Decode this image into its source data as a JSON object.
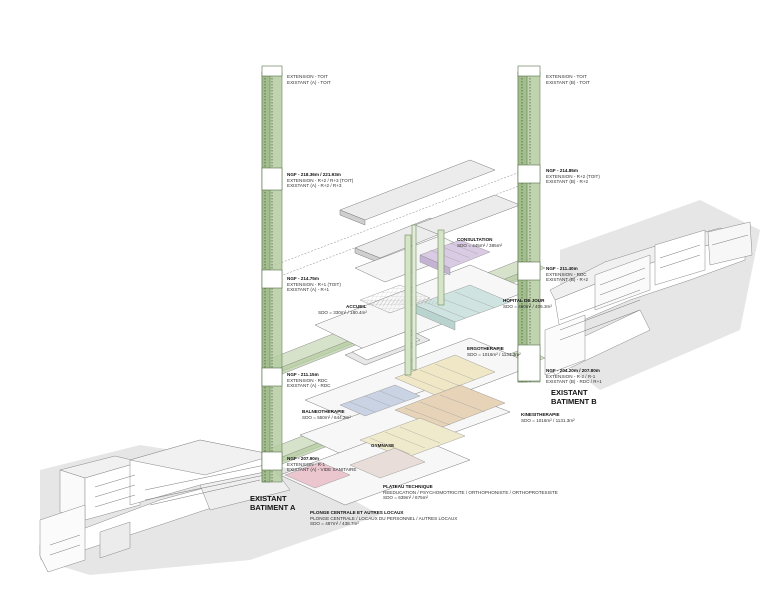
{
  "towers": {
    "a": {
      "top_labels": [
        "EXTENSION - TOIT",
        "EXISTANT (A) - TOIT"
      ],
      "levels": [
        {
          "ngf": "NGF - 218.36m / 221.93m",
          "lines": [
            "EXTENSION - R+2 / R+3 (TOIT)",
            "EXISTANT (A) - R+2 / R+3"
          ]
        },
        {
          "ngf": "NGF - 214.75m",
          "lines": [
            "EXTENSION - R+1 (TOIT)",
            "EXISTANT (A) - R+1"
          ]
        },
        {
          "ngf": "NGF - 211.15m",
          "lines": [
            "EXTENSION - RDC",
            "EXISTANT (A) - RDC"
          ]
        },
        {
          "ngf": "NGF - 207.90m",
          "lines": [
            "EXTENSION - R-1",
            "EXISTANT (A) - VIDE SANITAIRE"
          ]
        }
      ]
    },
    "b": {
      "top_labels": [
        "EXTENSION - TOIT",
        "EXISTANT (B) - TOIT"
      ],
      "levels": [
        {
          "ngf": "NGF - 214.85m",
          "lines": [
            "EXTENSION - R+2 (TOIT)",
            "EXISTANT (B) - R+2"
          ]
        },
        {
          "ngf": "NGF - 211.40m",
          "lines": [
            "EXTENSION - RDC",
            "EXISTANT (B) - R+2"
          ]
        },
        {
          "ngf": "NGF - 204.20m / 207.80m",
          "lines": [
            "EXTENSION - R-2 / R-1",
            "EXISTANT (B) - RDC / R+1"
          ]
        }
      ]
    }
  },
  "buildings": {
    "a": {
      "title": "EXISTANT",
      "subtitle": "BATIMENT A"
    },
    "b": {
      "title": "EXISTANT",
      "subtitle": "BATIMENT B"
    }
  },
  "programs": {
    "consultation": {
      "name": "CONSULTATION",
      "sdo": "SDO = 445m² / 385m²"
    },
    "accueil": {
      "name": "ACCUEIL",
      "sdo": "SDO = 330m² / 180.4m²"
    },
    "hopital_jour": {
      "name": "HOPITAL DE JOUR",
      "sdo": "SDO = 450m² / 406.3m²"
    },
    "ergotherapie": {
      "name": "ERGOTHERAPIE",
      "sdo": "SDO = 1016m² / 1131.3m²"
    },
    "balneotherapie": {
      "name": "BALNEOTHERAPIE",
      "sdo": "SDO = 550m² / 644.2m²"
    },
    "kinesitherapie": {
      "name": "KINESITHERAPIE",
      "sdo": "SDO = 1016m² / 1131.3m²"
    },
    "gymnase": {
      "name": "GYMNASE"
    },
    "plateau": {
      "name": "PLATEAU TECHNIQUE",
      "desc": "REEDUCATION / PSYCHOMOTRICITE / ORTHOPHONISTE / ORTHOPROTESISTE",
      "sdo": "SDO = 639m² / 675m²"
    },
    "plonge": {
      "name": "PLONGE CENTRALE ET AUTRES LOCAUX",
      "desc": "PLONGE CENTRALE / LOCAUX DU PERSONNEL / AUTRES LOCAUX",
      "sdo": "SDO = 487m² / 438.7m²"
    }
  },
  "colors": {
    "tower": "#b5cca0",
    "consultation_fill": "#d9cbe3",
    "hopital_fill": "#cfe3e0",
    "ergo_fill": "#efe7c6",
    "balneo_fill": "#c9d3e4",
    "kine_fill": "#e6d3b8",
    "gym_fill": "#f0eacd",
    "plonge_fill": "#ebc6cf"
  }
}
